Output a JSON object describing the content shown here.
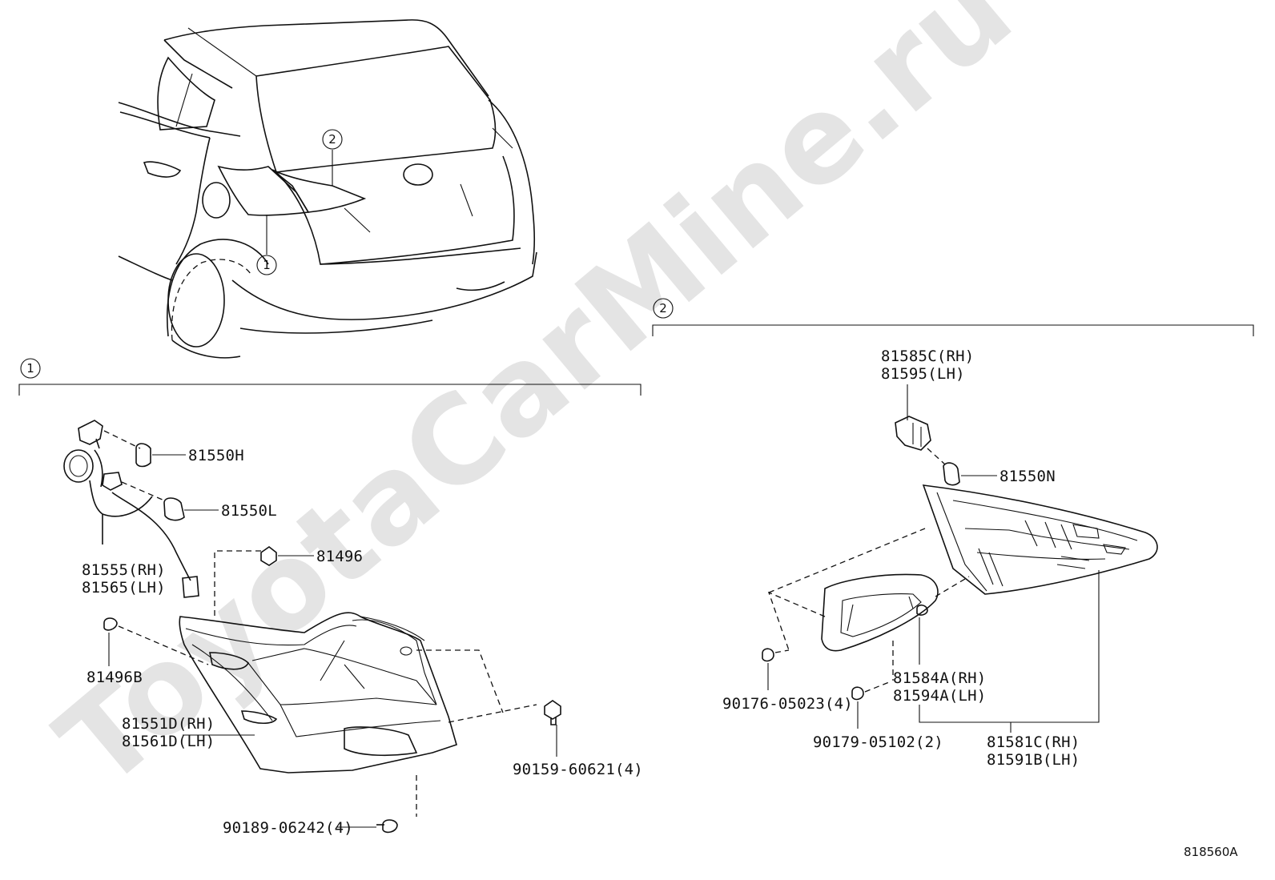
{
  "watermark": "ToyotaCarMine.ru",
  "callouts": {
    "c1": "1",
    "c2": "2"
  },
  "group1": {
    "bulb_tail": "81550H",
    "bulb_stop": "81550L",
    "socket_rh": "81555(RH)",
    "socket_lh": "81565(LH)",
    "cushion_top": "81496",
    "cushion_left": "81496B",
    "lamp_rh": "81551D(RH)",
    "lamp_lh": "81561D(LH)",
    "screw": "90159-60621(4)",
    "nut": "90189-06242(4)"
  },
  "group2": {
    "socket_rh": "81585C(RH)",
    "socket_lh": "81595(LH)",
    "bulb": "81550N",
    "gasket_rh": "81584A(RH)",
    "gasket_lh": "81594A(LH)",
    "clip_left": "90176-05023(4)",
    "clip_bottom": "90179-05102(2)",
    "lamp_rh": "81581C(RH)",
    "lamp_lh": "81591B(LH)"
  },
  "reference": "818560A"
}
